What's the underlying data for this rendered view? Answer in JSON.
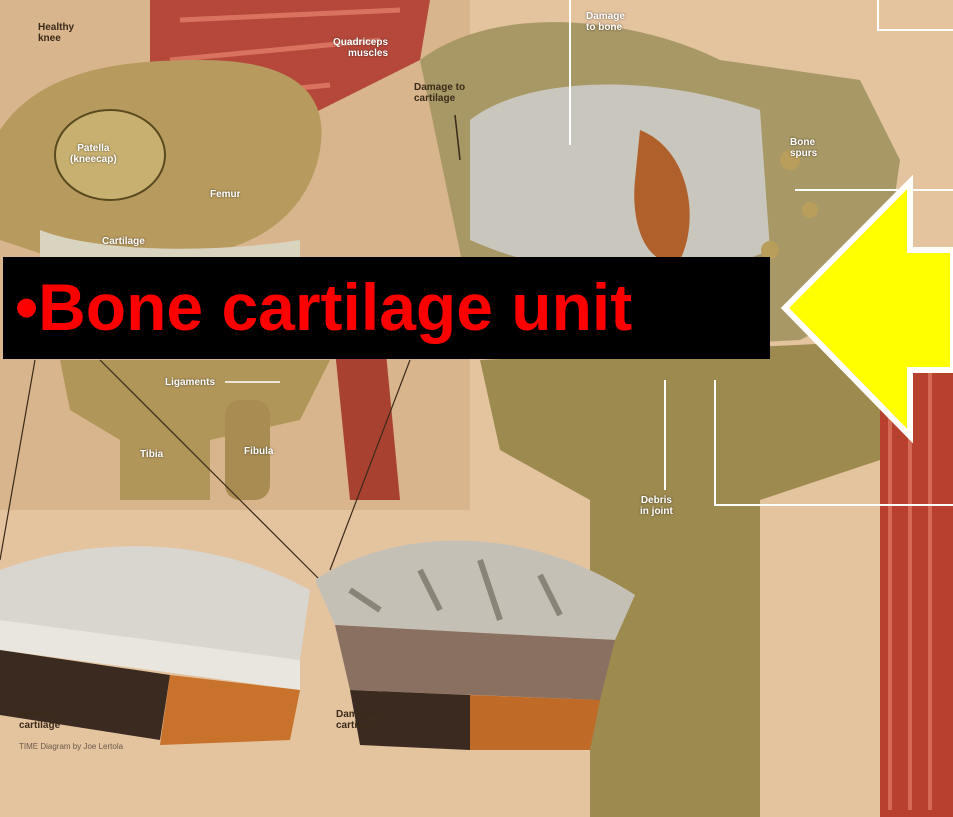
{
  "labels": {
    "healthy_knee": "Healthy\nknee",
    "quadriceps": "Quadriceps\nmuscles",
    "patella": "Patella\n(kneecap)",
    "femur": "Femur",
    "cartilage": "Cartilage",
    "ligaments": "Ligaments",
    "tibia": "Tibia",
    "fibula": "Fibula",
    "damage_to_bone": "Damage\nto bone",
    "damage_to_cartilage": "Damage to\ncartilage",
    "bone_spurs": "Bone\nspurs",
    "debris_in_joint": "Debris\nin joint",
    "healthy_cartilage": "Healthy\ncartilage",
    "damaged_cartilage": "Damaged\ncartilage",
    "credit": "TIME Diagram by Joe Lertola"
  },
  "title": {
    "text": "•Bone cartilage unit",
    "color": "#ff0000",
    "background": "#000000"
  },
  "arrow": {
    "fill": "#ffff00",
    "stroke": "#ffffff",
    "direction": "left"
  }
}
